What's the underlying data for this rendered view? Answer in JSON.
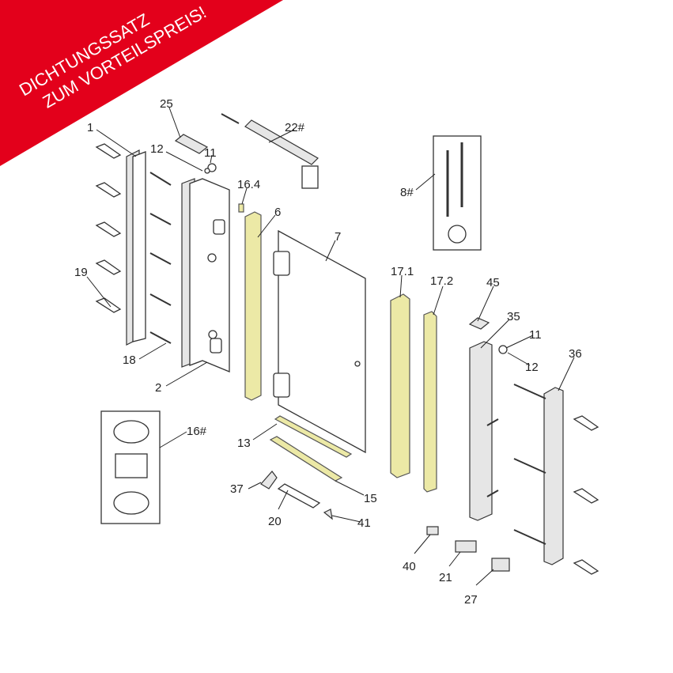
{
  "banner": {
    "line1": "DICHTUNGSSATZ",
    "line2": "ZUM VORTEILSPREIS!",
    "color": "#e3001b"
  },
  "part_labels": {
    "p1": "1",
    "p25": "25",
    "p12a": "12",
    "p11a": "11",
    "p22": "22#",
    "p16_4": "16.4",
    "p6": "6",
    "p8": "8#",
    "p7": "7",
    "p19": "19",
    "p17_1": "17.1",
    "p17_2": "17.2",
    "p45": "45",
    "p35": "35",
    "p11b": "11",
    "p12b": "12",
    "p36": "36",
    "p18": "18",
    "p2": "2",
    "p16": "16#",
    "p13": "13",
    "p37": "37",
    "p15": "15",
    "p20": "20",
    "p41": "41",
    "p40": "40",
    "p21": "21",
    "p27": "27"
  },
  "colors": {
    "seal": "#ece9a6",
    "line": "#333333"
  }
}
